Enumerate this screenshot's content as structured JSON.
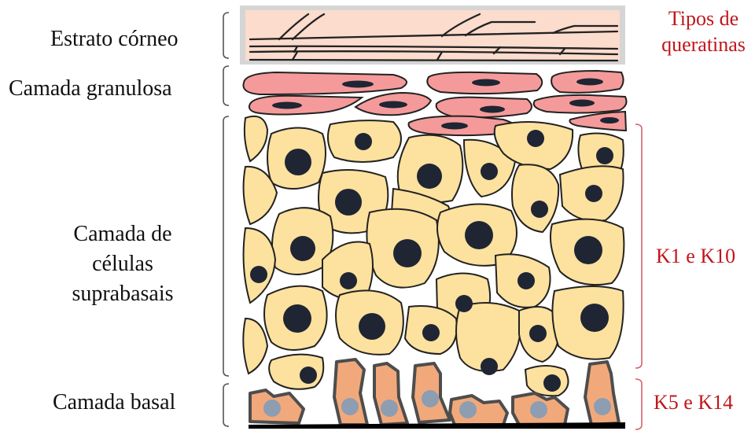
{
  "layers": {
    "stratum_corneum": "Estrato córneo",
    "granular": "Camada granulosa",
    "suprabasal_line1": "Camada de",
    "suprabasal_line2": "células",
    "suprabasal_line3": "suprabasais",
    "basal": "Camada basal"
  },
  "keratins": {
    "header_line1": "Tipos de",
    "header_line2": "queratinas",
    "suprabasal": "K1 e K10",
    "basal": "K5 e K14"
  },
  "colors": {
    "corneum_fill": "#fbdccd",
    "corneum_frame": "#d5d5d5",
    "granular_cell": "#f59a9a",
    "suprabasal_cell": "#fde19e",
    "basal_cell": "#f1a97b",
    "basal_outline": "#4d4d4d",
    "nucleus_dark": "#1f2533",
    "nucleus_basal": "#8d9db2",
    "keratin_text": "#c0161b",
    "bracket": "#555555"
  }
}
